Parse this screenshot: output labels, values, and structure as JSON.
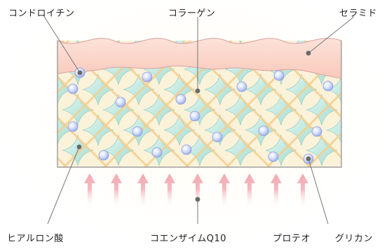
{
  "labels": {
    "chondroitin": "コンドロイチン",
    "collagen": "コラーゲン",
    "ceramide": "セラミド",
    "hyaluronic_acid": "ヒアルロン酸",
    "coenzyme_q10": "コエンザイムQ10",
    "proteo": "プロテオ",
    "glycan": "グリカン"
  },
  "colors": {
    "surface_layer": "#f9cfc2",
    "matrix_cell": "#bfe8df",
    "fiber": "#f5cf8e",
    "molecule": "#c8d6ff",
    "arrow": "#f5b9c0",
    "leader_line": "#777777"
  }
}
